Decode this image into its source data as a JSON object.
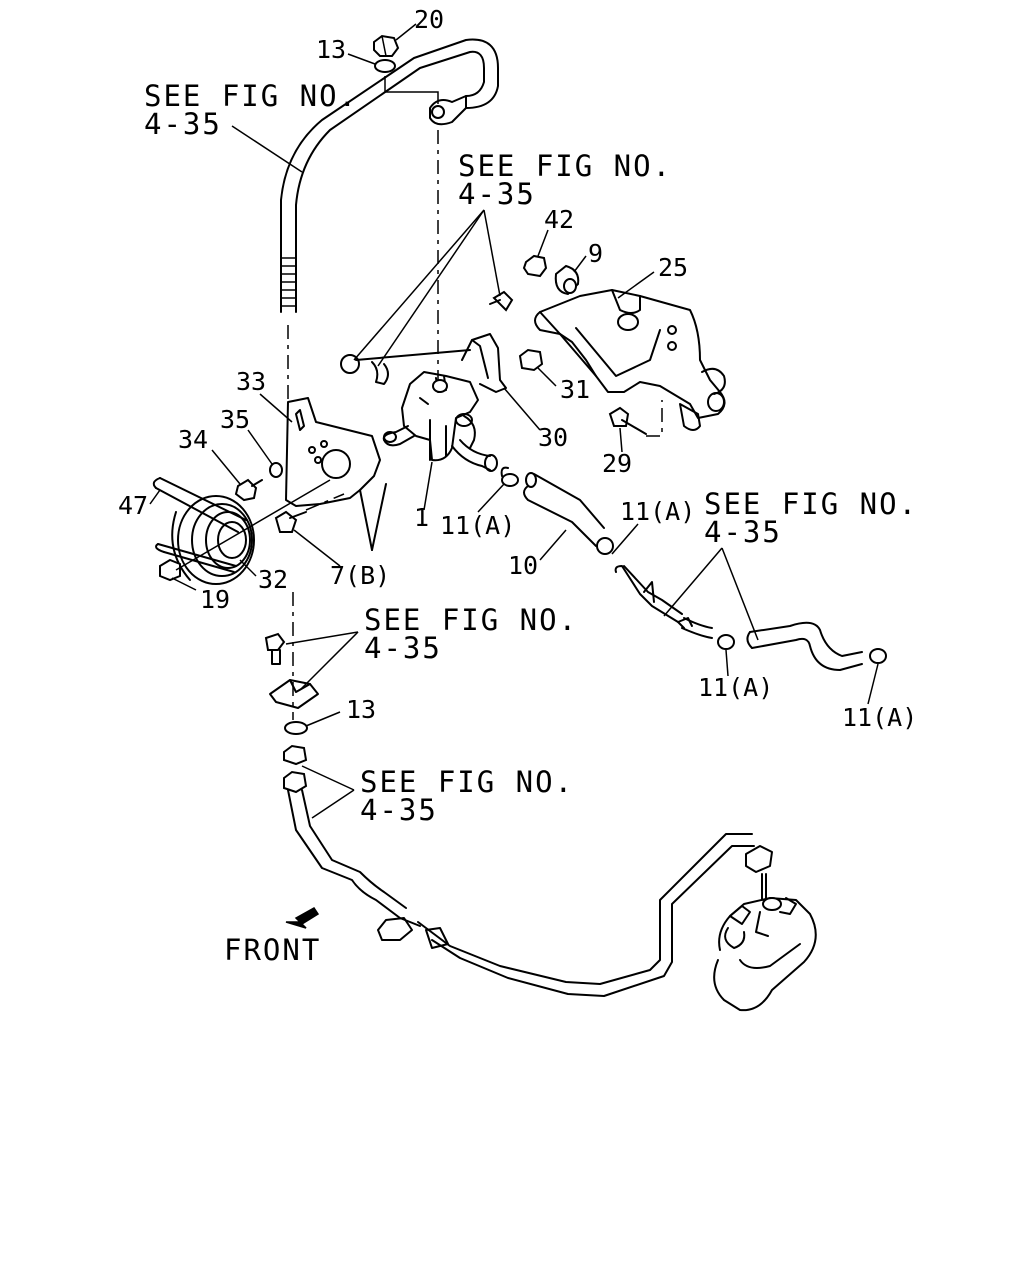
{
  "references": [
    {
      "id": "ref-a",
      "line1": "SEE FIG NO.",
      "line2": "4-35"
    },
    {
      "id": "ref-b",
      "line1": "SEE FIG NO.",
      "line2": "4-35"
    },
    {
      "id": "ref-c",
      "line1": "SEE FIG NO.",
      "line2": "4-35"
    },
    {
      "id": "ref-d",
      "line1": "SEE FIG NO.",
      "line2": "4-35"
    },
    {
      "id": "ref-e",
      "line1": "SEE FIG NO.",
      "line2": "4-35"
    }
  ],
  "labels": {
    "p20": "20",
    "p13a": "13",
    "p42": "42",
    "p9": "9",
    "p25": "25",
    "p31": "31",
    "p33": "33",
    "p35": "35",
    "p34": "34",
    "p30": "30",
    "p29": "29",
    "p47": "47",
    "p1": "1",
    "p11a1": "11(A)",
    "p11a2": "11(A)",
    "p10": "10",
    "p7b": "7(B)",
    "p19": "19",
    "p32": "32",
    "p11a3": "11(A)",
    "p11a4": "11(A)",
    "p13b": "13"
  },
  "direction": "FRONT"
}
